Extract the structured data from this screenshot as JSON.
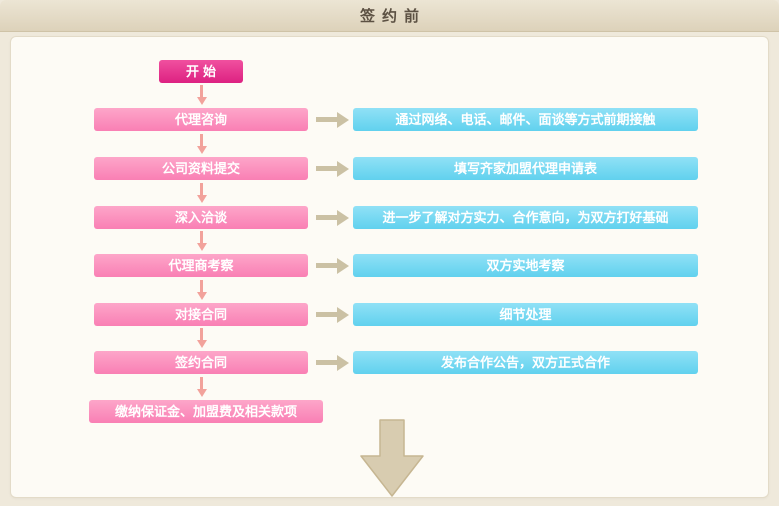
{
  "header": {
    "title": "签约前"
  },
  "flow": {
    "start_label": "开始",
    "steps": [
      {
        "label": "代理咨询",
        "detail": "通过网络、电话、邮件、面谈等方式前期接触"
      },
      {
        "label": "公司资料提交",
        "detail": "填写齐家加盟代理申请表"
      },
      {
        "label": "深入洽谈",
        "detail": "进一步了解对方实力、合作意向，为双方打好基础"
      },
      {
        "label": "代理商考察",
        "detail": "双方实地考察"
      },
      {
        "label": "对接合同",
        "detail": "细节处理"
      },
      {
        "label": "签约合同",
        "detail": "发布合作公告，双方正式合作"
      }
    ],
    "final_label": "缴纳保证金、加盟费及相关款项"
  },
  "colors": {
    "start_pink": "#e6308c",
    "step_pink": "#fa8cbc",
    "detail_cyan": "#6fd6f1",
    "connector_salmon": "#f2a29b",
    "connector_tan": "#cbc1a4",
    "header_bg": "#e4dbc6",
    "panel_bg": "#fdfbf5",
    "page_bg": "#efe9db"
  }
}
